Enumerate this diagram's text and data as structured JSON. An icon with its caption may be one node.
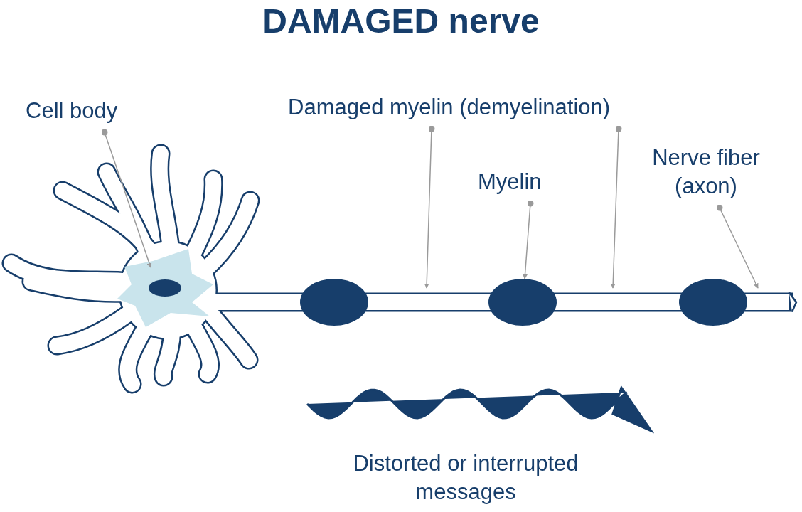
{
  "diagram": {
    "title": "DAMAGED nerve",
    "nodes": [
      {
        "text": [
          "Cell body"
        ]
      },
      {
        "text": [
          "Damaged myelin (demyelination)"
        ]
      },
      {
        "text": [
          "Myelin"
        ]
      },
      {
        "text": [
          "Nerve fiber (axon)"
        ]
      },
      {
        "text": [],
        "shape": "picture"
      },
      {
        "text": [],
        "shape": "circle"
      }
    ],
    "edges": [
      {
        "from": 0,
        "to": 4,
        "arrow": "to"
      },
      {
        "from": 1,
        "to": null,
        "arrow": "to"
      },
      {
        "from": 1,
        "to": null,
        "arrow": "to"
      },
      {
        "from": 2,
        "to": 5,
        "arrow": "to"
      },
      {
        "from": 3,
        "to": null,
        "arrow": "to"
      }
    ],
    "labels": [
      "Distorted or interrupted messages"
    ]
  }
}
